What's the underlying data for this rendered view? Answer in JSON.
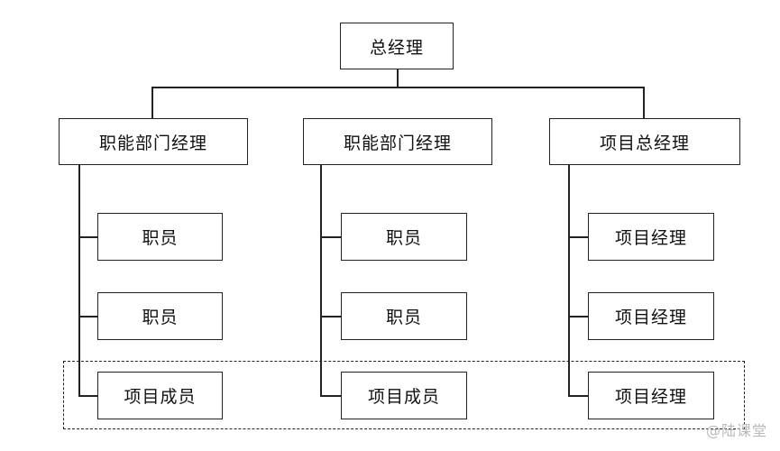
{
  "org_chart": {
    "root": {
      "label": "总经理"
    },
    "departments": [
      {
        "label": "职能部门经理",
        "members": [
          "职员",
          "职员",
          "项目成员"
        ]
      },
      {
        "label": "职能部门经理",
        "members": [
          "职员",
          "职员",
          "项目成员"
        ]
      },
      {
        "label": "项目总经理",
        "members": [
          "项目经理",
          "项目经理",
          "项目经理"
        ]
      }
    ]
  },
  "watermark": "@陆课堂"
}
